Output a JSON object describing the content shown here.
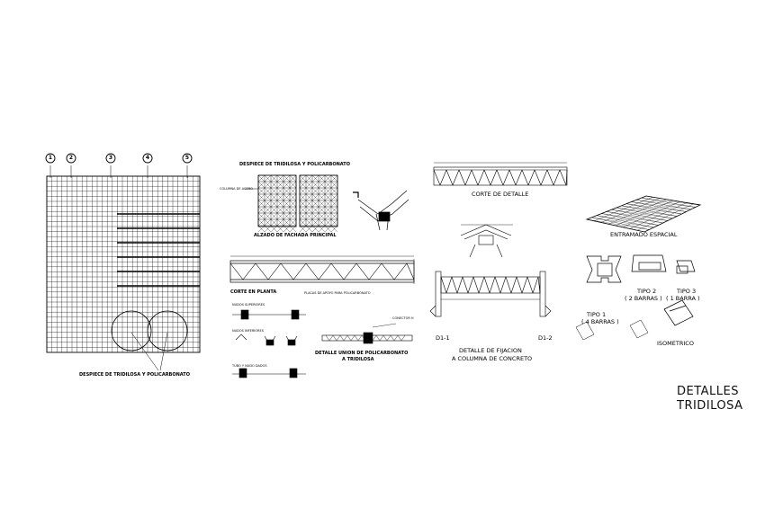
{
  "grid_axis_labels": [
    "1",
    "2",
    "3",
    "4",
    "5"
  ],
  "labels": {
    "despiece_top": "DESPIECE DE TRIDILOSA Y POLICARBONATO",
    "columna_acero": "COLUMNA DE ACERO",
    "alzado": "ALZADO DE FACHADA PRINCIPAL",
    "corte_planta": "CORTE EN PLANTA",
    "placas_apoyo": "PLACAS DE APOYO PARA POLICARBONATO",
    "nudos_superiores": "NUDOS SUPERIORES",
    "nudos_inferiores": "NUDOS INFERIORES",
    "tubo_nudo": "TUBO Y NUDO DADOS",
    "conector": "CONECTOR H",
    "detalle_union_1": "DETALLE UNION DE POLICARBONATO",
    "detalle_union_2": "A TRIDILOSA",
    "despiece_bottom": "DESPIECE DE TRIDILOSA Y POLICARBONATO",
    "corte_detalle": "CORTE DE DETALLE",
    "d1_1": "D1-1",
    "d1_2": "D1-2",
    "fijacion_1": "DETALLE DE FIJACION",
    "fijacion_2": "A COLUMNA DE CONCRETO",
    "entramado": "ENTRAMADO ESPACIAL",
    "tipo1": "TIPO 1",
    "tipo1_sub": "( 4 BARRAS )",
    "tipo2": "TIPO 2",
    "tipo2_sub": "( 2 BARRAS )",
    "tipo3": "TIPO 3",
    "tipo3_sub": "( 1 BARRA )",
    "isometrico": "ISOMETRICO",
    "title_line1": "DETALLES",
    "title_line2": "TRIDILOSA"
  }
}
